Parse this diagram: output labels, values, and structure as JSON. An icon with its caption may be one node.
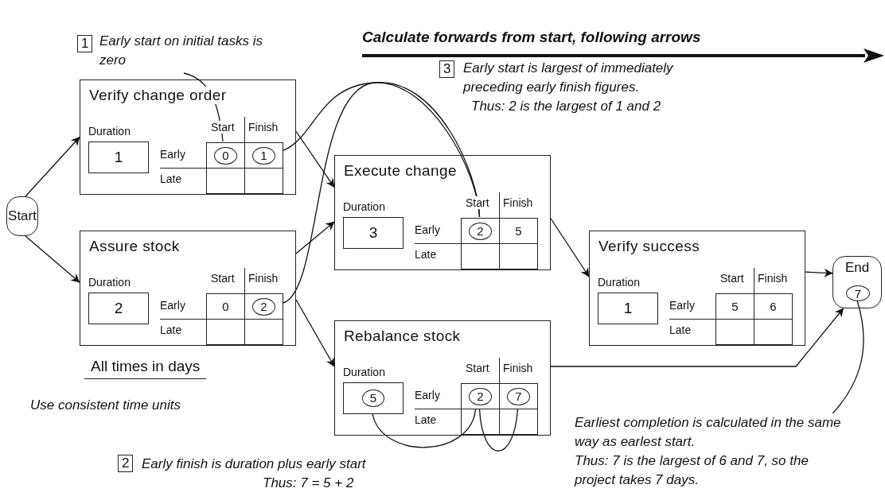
{
  "diagram": {
    "title": "Calculate forwards from start, following arrows",
    "nodes": [
      {
        "text": [
          "Start"
        ]
      },
      {
        "text": [
          "Verify change order",
          "Start",
          "Finish",
          "Early",
          "Late"
        ]
      },
      {
        "text": [
          "1"
        ],
        "in": 1,
        "beside": [
          "Duration"
        ]
      },
      {
        "text": [
          "0"
        ],
        "in": 1
      },
      {
        "text": [
          "1"
        ],
        "in": 1
      },
      {
        "text": [],
        "in": 1,
        "shape": "box"
      },
      {
        "text": [],
        "in": 1,
        "shape": "box"
      },
      {
        "text": [
          "Assure stock",
          "Start",
          "Finish",
          "Early",
          "Late"
        ]
      },
      {
        "text": [
          "2"
        ],
        "in": 7,
        "beside": [
          "Duration"
        ]
      },
      {
        "text": [
          "0"
        ],
        "in": 7
      },
      {
        "text": [
          "2"
        ],
        "in": 7
      },
      {
        "text": [],
        "in": 7,
        "shape": "box"
      },
      {
        "text": [],
        "in": 7,
        "shape": "box"
      },
      {
        "text": [
          "Execute change",
          "Start",
          "Finish",
          "Early",
          "Late"
        ]
      },
      {
        "text": [
          "3"
        ],
        "in": 13,
        "beside": [
          "Duration"
        ]
      },
      {
        "text": [
          "2"
        ],
        "in": 13
      },
      {
        "text": [
          "5"
        ],
        "in": 13
      },
      {
        "text": [],
        "in": 13,
        "shape": "box"
      },
      {
        "text": [],
        "in": 13,
        "shape": "box"
      },
      {
        "text": [
          "Rebalance stock",
          "Start",
          "Finish",
          "Early",
          "Late"
        ]
      },
      {
        "text": [
          "5"
        ],
        "in": 19,
        "beside": [
          "Duration"
        ]
      },
      {
        "text": [
          "2"
        ],
        "in": 19
      },
      {
        "text": [
          "7"
        ],
        "in": 19
      },
      {
        "text": [],
        "in": 19,
        "shape": "box"
      },
      {
        "text": [],
        "in": 19,
        "shape": "box"
      },
      {
        "text": [
          "Verify success",
          "Start",
          "Finish",
          "Early",
          "Late"
        ]
      },
      {
        "text": [
          "1"
        ],
        "in": 25,
        "beside": [
          "Duration"
        ]
      },
      {
        "text": [
          "5"
        ],
        "in": 25
      },
      {
        "text": [
          "6"
        ],
        "in": 25
      },
      {
        "text": [],
        "in": 25,
        "shape": "box"
      },
      {
        "text": [],
        "in": 25,
        "shape": "box"
      },
      {
        "text": [
          "End"
        ]
      },
      {
        "text": [
          "7"
        ],
        "in": 31
      },
      {
        "text": [
          "Early start on initial tasks is zero"
        ]
      },
      {
        "text": [
          "Early start is largest of immediately preceding early finish figures.",
          "Thus: 2 is the largest of 1 and 2"
        ]
      },
      {
        "text": [
          "Early finish is duration plus early start",
          "Thus: 7 = 5 + 2"
        ]
      },
      {
        "text": [
          "Earliest completion is calculated in the same way as earlest start.",
          "Thus: 7 is the largest of 6 and 7, so the project takes 7 days."
        ]
      }
    ],
    "edges": [
      {
        "from": 0,
        "to": 1,
        "arrow": "to"
      },
      {
        "from": 0,
        "to": 7,
        "arrow": "to"
      },
      {
        "from": 1,
        "to": 13,
        "arrow": "to"
      },
      {
        "from": 7,
        "to": 13,
        "arrow": "to"
      },
      {
        "from": 7,
        "to": 19,
        "arrow": "to"
      },
      {
        "from": 13,
        "to": 25,
        "arrow": "to"
      },
      {
        "from": 25,
        "to": 31,
        "arrow": "to"
      },
      {
        "from": 19,
        "to": 31,
        "arrow": "to"
      },
      {
        "from": 33,
        "to": 3,
        "arrow": "none"
      },
      {
        "from": 4,
        "to": 15,
        "arrow": "none"
      },
      {
        "from": 10,
        "to": 15,
        "arrow": "none"
      },
      {
        "from": 20,
        "to": 21,
        "arrow": "none"
      },
      {
        "from": 21,
        "to": 22,
        "arrow": "none"
      },
      {
        "from": 36,
        "to": 32,
        "arrow": "none"
      }
    ],
    "labels": [
      "1",
      "3",
      "All times in days",
      "Use consistent time units",
      "2"
    ]
  }
}
